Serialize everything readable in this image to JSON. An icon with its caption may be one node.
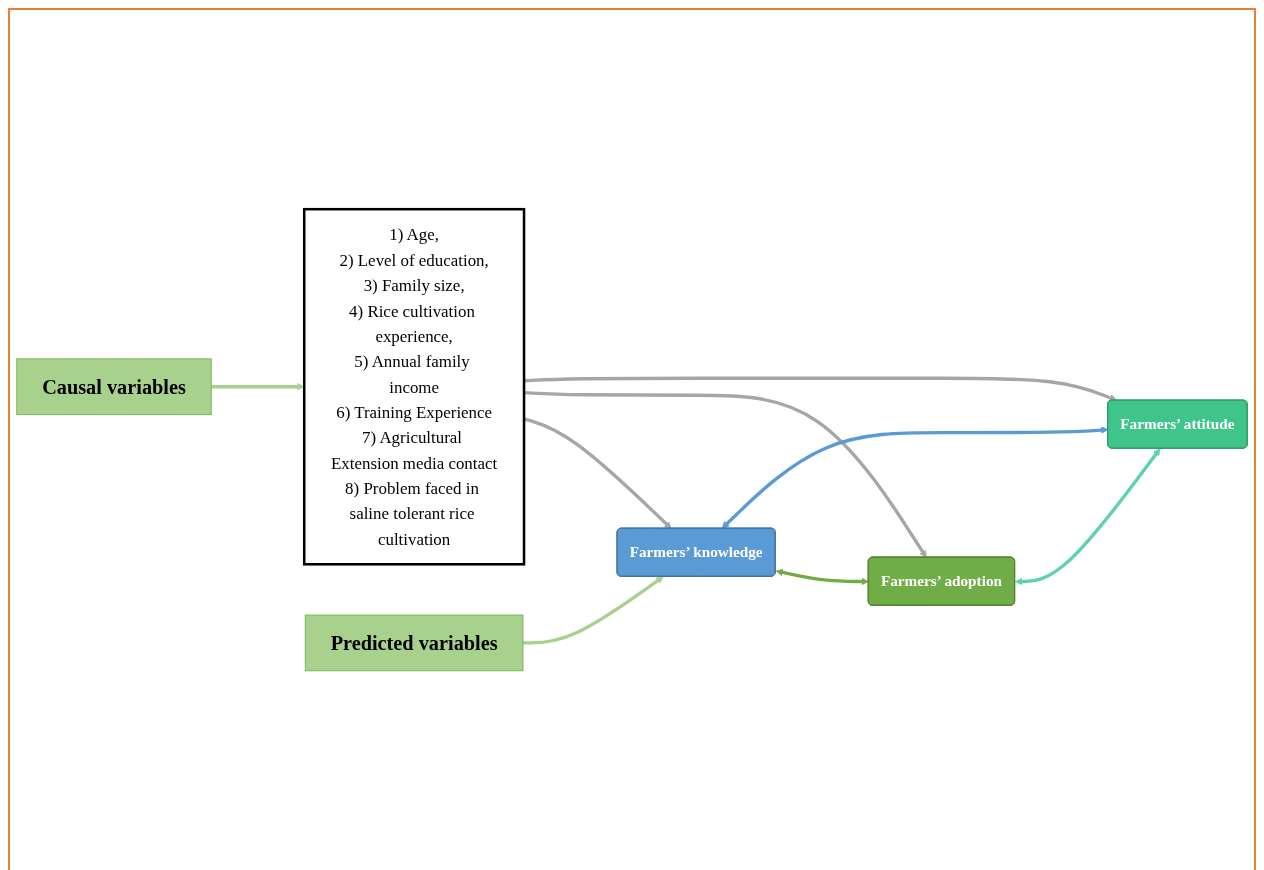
{
  "diagram": {
    "nodes": [
      {
        "text": [
          "Causal variables"
        ]
      },
      {
        "text": [
          "1) Age,",
          "2) Level of education,",
          "3) Family size,",
          "4) Rice cultivation experience,",
          "5) Annual family income",
          "6) Training Experience",
          "7) Agricultural Extension media contact",
          "8) Problem faced in saline tolerant rice cultivation"
        ]
      },
      {
        "text": [
          "Predicted variables"
        ]
      },
      {
        "text": [
          "Farmers’ knowledge"
        ]
      },
      {
        "text": [
          "Farmers’ adoption"
        ]
      },
      {
        "text": [
          "Farmers’ attitude"
        ]
      }
    ],
    "edges": [
      {
        "from": 0,
        "to": 1,
        "arrow": "to",
        "color": "#a9d18e"
      },
      {
        "from": 2,
        "to": 3,
        "arrow": "to",
        "color": "#a9d18e"
      },
      {
        "from": 1,
        "to": 3,
        "arrow": "to"
      },
      {
        "from": 1,
        "to": 4,
        "arrow": "to"
      },
      {
        "from": 1,
        "to": 5,
        "arrow": "to"
      },
      {
        "from": 3,
        "to": 4,
        "arrow": "both",
        "color": "#70ad47"
      },
      {
        "from": 3,
        "to": 5,
        "arrow": "both",
        "color": "#5b9bd5"
      },
      {
        "from": 4,
        "to": 5,
        "arrow": "both",
        "color": "#5fd3a8"
      }
    ]
  }
}
